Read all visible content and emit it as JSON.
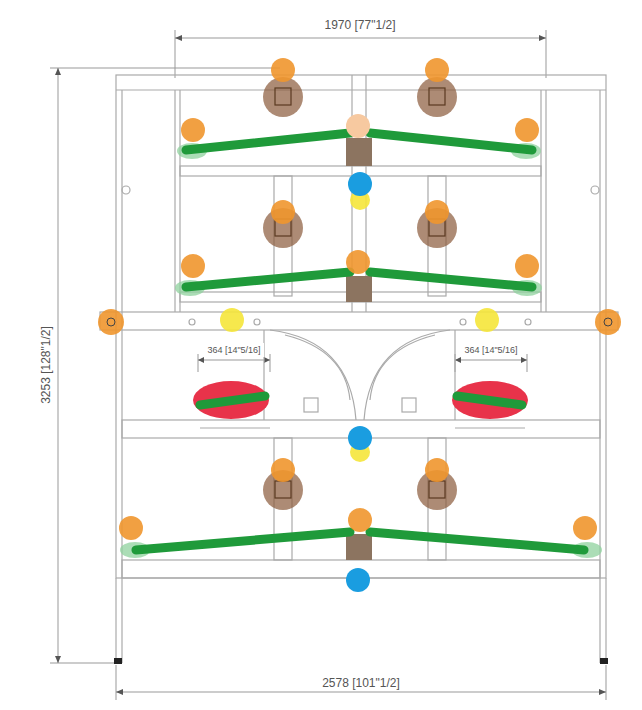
{
  "diagram": {
    "labels": [
      "1970 [77\"1/2]",
      "3253 [128\"1/2]",
      "364 [14\"5/16]",
      "364 [14\"5/16]",
      "2578 [101\"1/2]"
    ]
  }
}
